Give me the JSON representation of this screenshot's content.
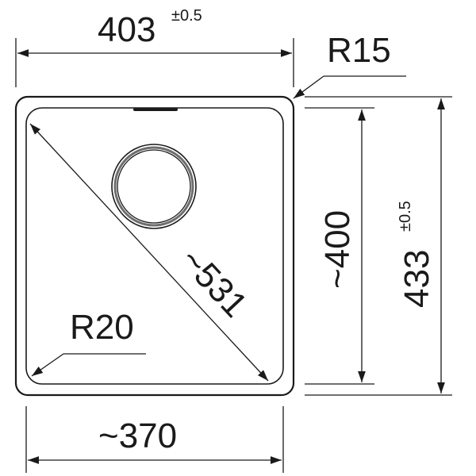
{
  "dimensions": {
    "overall_width": {
      "value": "403",
      "tolerance": "±0.5"
    },
    "corner_radius_outer": {
      "label": "R15"
    },
    "corner_radius_inner": {
      "label": "R20"
    },
    "diagonal": {
      "label": "~531"
    },
    "inner_height": {
      "label": "~400"
    },
    "overall_height": {
      "value": "433",
      "tolerance": "±0.5"
    },
    "inner_width": {
      "label": "~370"
    }
  },
  "colors": {
    "line": "#1a1a1a",
    "drain_ring": "#6e6e6e",
    "background": "#ffffff"
  }
}
